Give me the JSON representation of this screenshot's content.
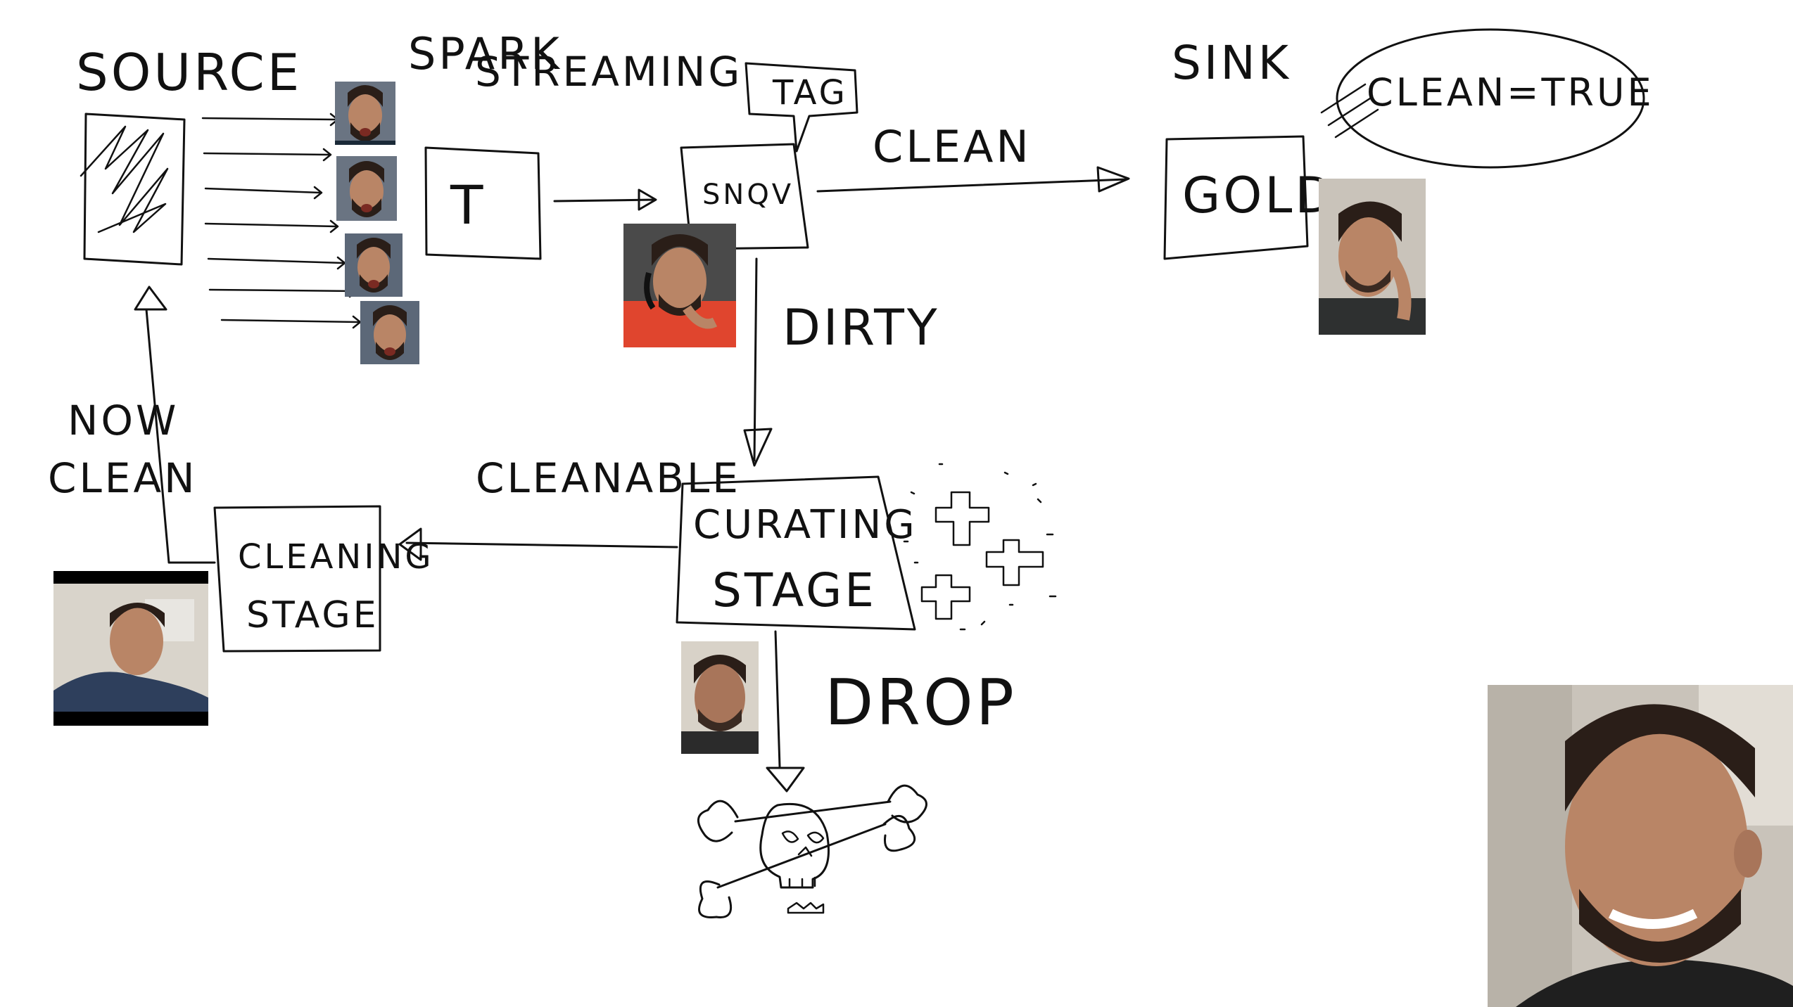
{
  "labels": {
    "source": "SOURCE",
    "spark_line1": "SPARK",
    "spark_line2": "STREAMING",
    "t_box": "T",
    "tag": "TAG",
    "sngv": "SNQV",
    "clean": "CLEAN",
    "sink": "SINK",
    "gold": "GOLD",
    "clean_true": "CLEAN=TRUE",
    "dirty": "DIRTY",
    "cleanable": "CLEANABLE",
    "curating_line1": "CURATING",
    "curating_line2": "STAGE",
    "cleaning_line1": "CLEANING",
    "cleaning_line2": "STAGE",
    "now": "NOW",
    "now_clean": "CLEAN",
    "drop": "DROP"
  },
  "colors": {
    "ink": "#111111",
    "skin": "#b98566",
    "skin_dark": "#8c5a3e",
    "hair": "#2a1e18",
    "red_shirt": "#e0452e",
    "blue_shirt": "#2e3f5c",
    "bg_room": "#c9c3ba"
  },
  "icons": [
    "skull-crossbones-icon",
    "plus-icon"
  ]
}
